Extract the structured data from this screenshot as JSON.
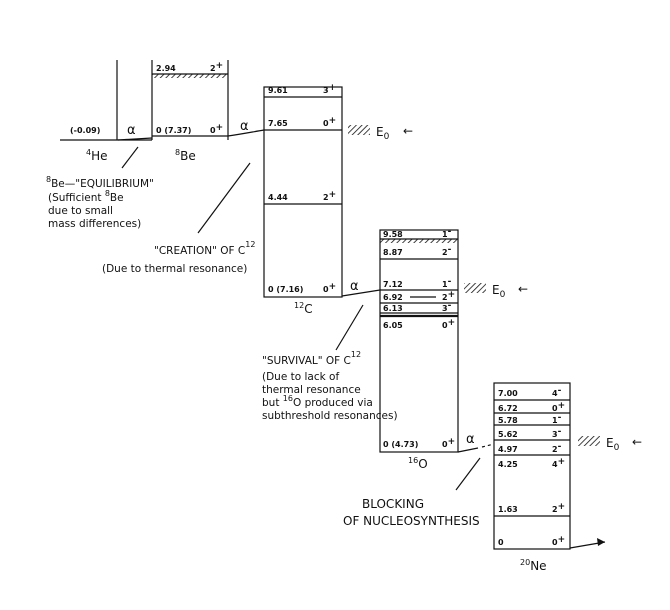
{
  "he4": {
    "energy": "(-0.09)",
    "nucleus": "He",
    "mass": "4"
  },
  "be8": {
    "nucleus": "Be",
    "mass": "8",
    "levels": [
      {
        "energy": "2.94",
        "spin": "2",
        "parity": "+"
      },
      {
        "energy": "0 (7.37)",
        "spin": "0",
        "parity": "+"
      }
    ]
  },
  "c12": {
    "nucleus": "C",
    "mass": "12",
    "levels": [
      {
        "energy": "9.61",
        "spin": "3",
        "parity": "+"
      },
      {
        "energy": "7.65",
        "spin": "0",
        "parity": "+"
      },
      {
        "energy": "4.44",
        "spin": "2",
        "parity": "+"
      },
      {
        "energy": "0 (7.16)",
        "spin": "0",
        "parity": "+"
      }
    ]
  },
  "o16": {
    "nucleus": "O",
    "mass": "16",
    "levels": [
      {
        "energy": "9.58",
        "spin": "1",
        "parity": "-"
      },
      {
        "energy": "8.87",
        "spin": "2",
        "parity": "-"
      },
      {
        "energy": "7.12",
        "spin": "1",
        "parity": "-"
      },
      {
        "energy": "6.92",
        "spin": "2",
        "parity": "+"
      },
      {
        "energy": "6.13",
        "spin": "3",
        "parity": "-"
      },
      {
        "energy": "6.05",
        "spin": "0",
        "parity": "+"
      },
      {
        "energy": "0 (4.73)",
        "spin": "0",
        "parity": "+"
      }
    ]
  },
  "ne20": {
    "nucleus": "Ne",
    "mass": "20",
    "levels": [
      {
        "energy": "7.00",
        "spin": "4",
        "parity": "-"
      },
      {
        "energy": "6.72",
        "spin": "0",
        "parity": "+"
      },
      {
        "energy": "5.78",
        "spin": "1",
        "parity": "-"
      },
      {
        "energy": "5.62",
        "spin": "3",
        "parity": "-"
      },
      {
        "energy": "4.97",
        "spin": "2",
        "parity": "-"
      },
      {
        "energy": "4.25",
        "spin": "4",
        "parity": "+"
      },
      {
        "energy": "1.63",
        "spin": "2",
        "parity": "+"
      },
      {
        "energy": "0",
        "spin": "0",
        "parity": "+"
      }
    ]
  },
  "labels": {
    "alpha": "α",
    "e0": "E",
    "e0_sub": "0",
    "arrow": "←"
  },
  "notes": {
    "be_eq_mass": "8",
    "be_eq_line1": "Be—\"EQUILIBRIUM\"",
    "be_eq_line2a": "(Sufficient ",
    "be_eq_line2_mass": "8",
    "be_eq_line2b": "Be",
    "be_eq_line3": "due to small",
    "be_eq_line4": "mass differences)",
    "creation_line1a": "\"CREATION\" OF C",
    "creation_mass": "12",
    "creation_line2": "(Due to thermal resonance)",
    "survival_line1a": "\"SURVIVAL\" OF C",
    "survival_mass": "12",
    "survival_line2": "(Due to lack of",
    "survival_line3": "thermal resonance",
    "survival_line4a": "but ",
    "survival_line4_mass": "16",
    "survival_line4b": "O produced via",
    "survival_line5": "subthreshold resonances)",
    "blocking_line1": "BLOCKING",
    "blocking_line2": "OF NUCLEOSYNTHESIS"
  }
}
